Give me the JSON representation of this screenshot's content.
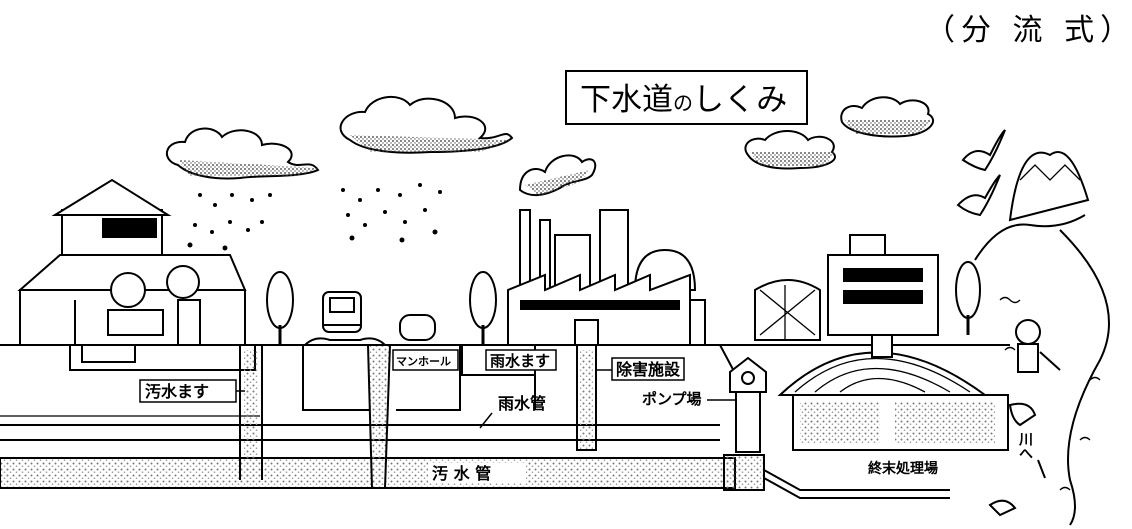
{
  "header": {
    "system_type": "（分 流 式）"
  },
  "title": {
    "main": "下水道",
    "particle": "の",
    "tail": "しくみ"
  },
  "labels": {
    "sewage_basin": "汚水ます",
    "manhole": "マンホール",
    "rainwater_basin": "雨水ます",
    "pretreatment": "除害施設",
    "rainwater_pipe": "雨水管",
    "pump_station": "ポンプ場",
    "sewage_pipe": "汚 水 管",
    "treatment_plant": "終末処理場",
    "to_river": "川へ"
  },
  "colors": {
    "ink": "#000000",
    "paper": "#ffffff",
    "stipple": "#8a8a8a"
  },
  "icons": [
    "cloud-icon",
    "rain-icon",
    "house-icon",
    "factory-icon",
    "tree-icon",
    "bird-icon",
    "mountain-icon",
    "person-icon"
  ]
}
